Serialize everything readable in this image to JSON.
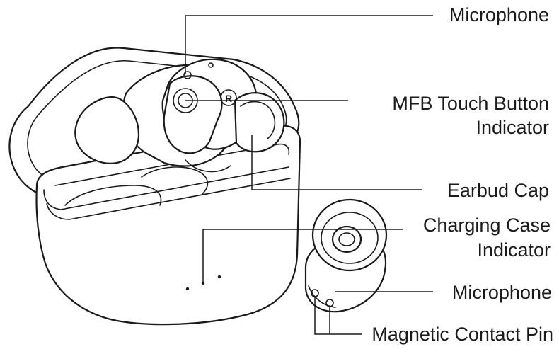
{
  "labels": {
    "microphone_top": "Microphone",
    "mfb_line1": "MFB Touch Button",
    "mfb_line2": "Indicator",
    "earbud_cap": "Earbud Cap",
    "case_line1": "Charging Case",
    "case_line2": "Indicator",
    "microphone_bottom": "Microphone",
    "magnetic_pin": "Magnetic Contact Pin"
  },
  "earbud_marking": "R"
}
